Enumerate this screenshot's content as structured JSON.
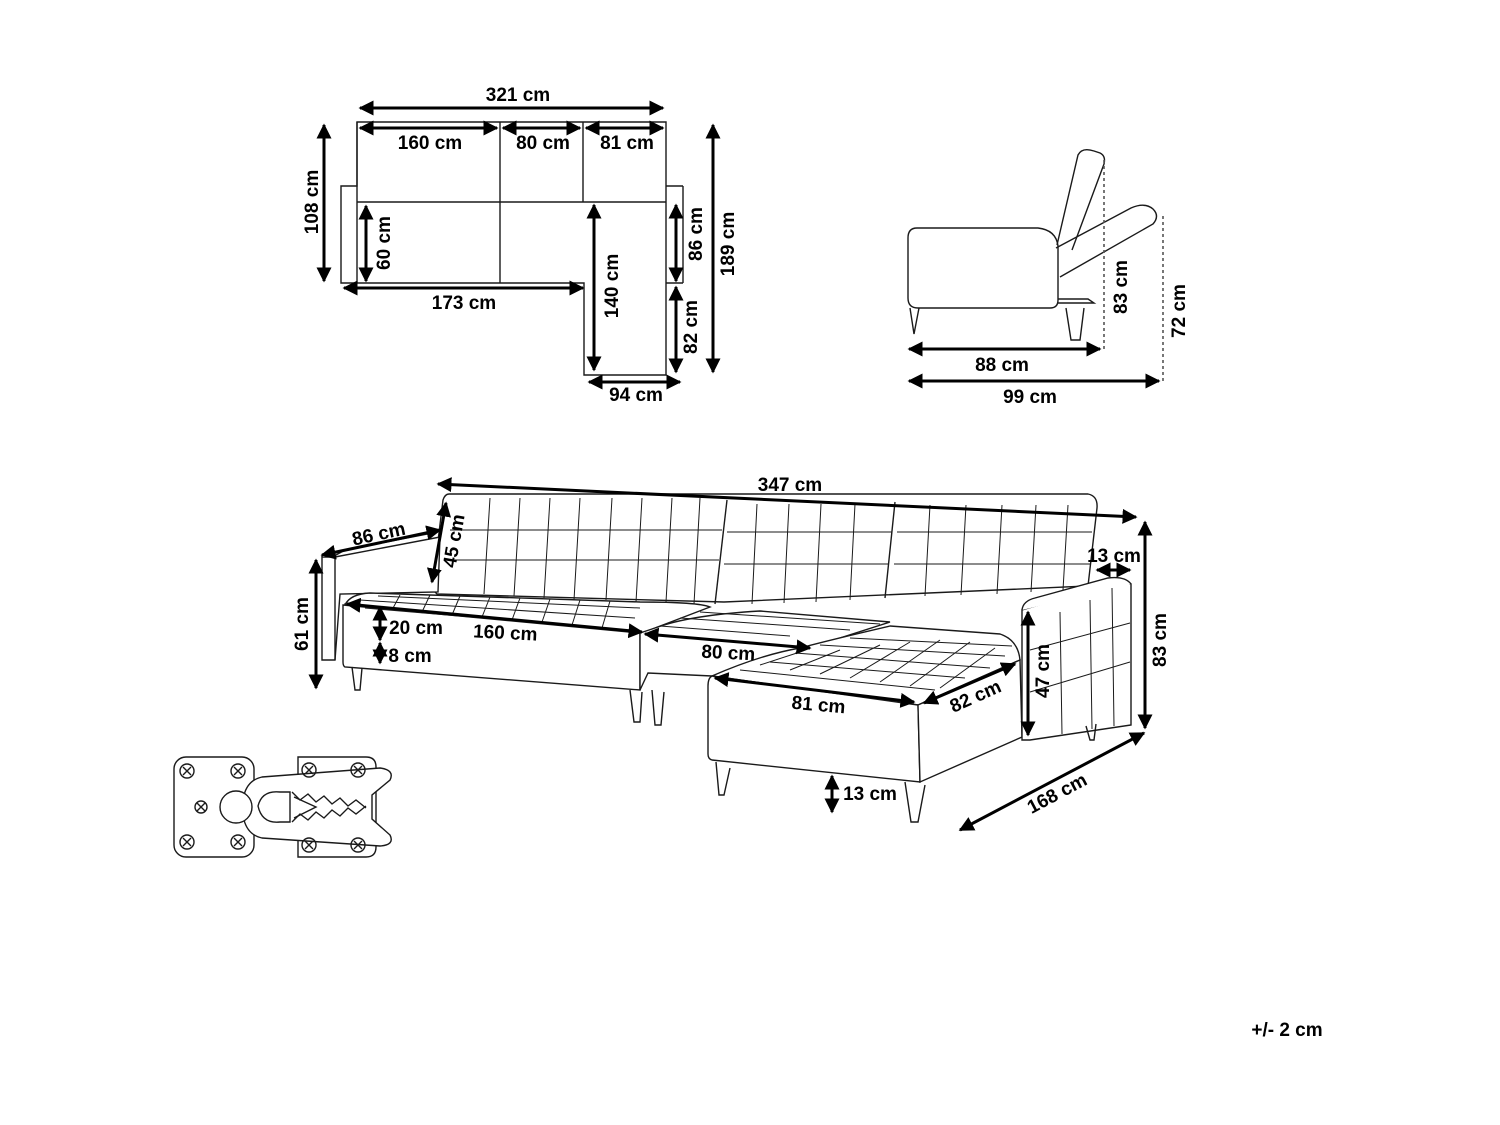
{
  "colors": {
    "line": "#1a1a1a",
    "dimension": "#000000",
    "background": "#ffffff"
  },
  "top_view": {
    "total_width": "321 cm",
    "seat_160": "160 cm",
    "seat_80": "80 cm",
    "seat_81": "81 cm",
    "depth_108": "108 cm",
    "seat_depth_60": "60 cm",
    "length_173": "173 cm",
    "chaise_140": "140 cm",
    "total_depth_189": "189 cm",
    "depth_86": "86 cm",
    "depth_82": "82 cm",
    "chaise_width_94": "94 cm"
  },
  "side_view": {
    "height_83": "83 cm",
    "height_72": "72 cm",
    "depth_88": "88 cm",
    "depth_99": "99 cm"
  },
  "perspective_view": {
    "total_length": "347 cm",
    "arm_depth_86": "86 cm",
    "back_height_45": "45 cm",
    "seat_height_61": "61 cm",
    "cushion_20": "20 cm",
    "leg_8": "8 cm",
    "seat_160": "160 cm",
    "seat_80": "80 cm",
    "chaise_81": "81 cm",
    "chaise_82": "82 cm",
    "armrest_13": "13 cm",
    "arm_height_47": "47 cm",
    "total_height_83": "83 cm",
    "total_depth_168": "168 cm",
    "leg_13": "13 cm"
  },
  "tolerance": "+/- 2 cm",
  "icons": [
    "connector-bracket-icon"
  ]
}
